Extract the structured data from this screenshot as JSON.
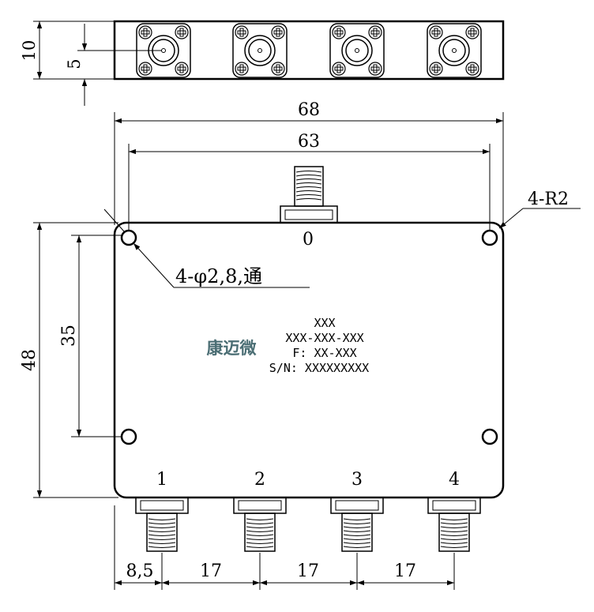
{
  "dimensions": {
    "top_height": "10",
    "top_center": "5",
    "overall_width": "68",
    "hole_spacing_x": "63",
    "corner_radius": "4-R2",
    "mount_holes": "4-φ2,8,通",
    "overall_height": "48",
    "hole_spacing_y": "35",
    "edge_offset": "8,5",
    "port_pitch_1": "17",
    "port_pitch_2": "17",
    "port_pitch_3": "17"
  },
  "ports": {
    "input": "0",
    "out1": "1",
    "out2": "2",
    "out3": "3",
    "out4": "4"
  },
  "label": {
    "brand": "康迈微",
    "line1": "XXX",
    "line2": "XXX-XXX-XXX",
    "line3": "F: XX-XXX",
    "line4": "S/N: XXXXXXXXX"
  }
}
